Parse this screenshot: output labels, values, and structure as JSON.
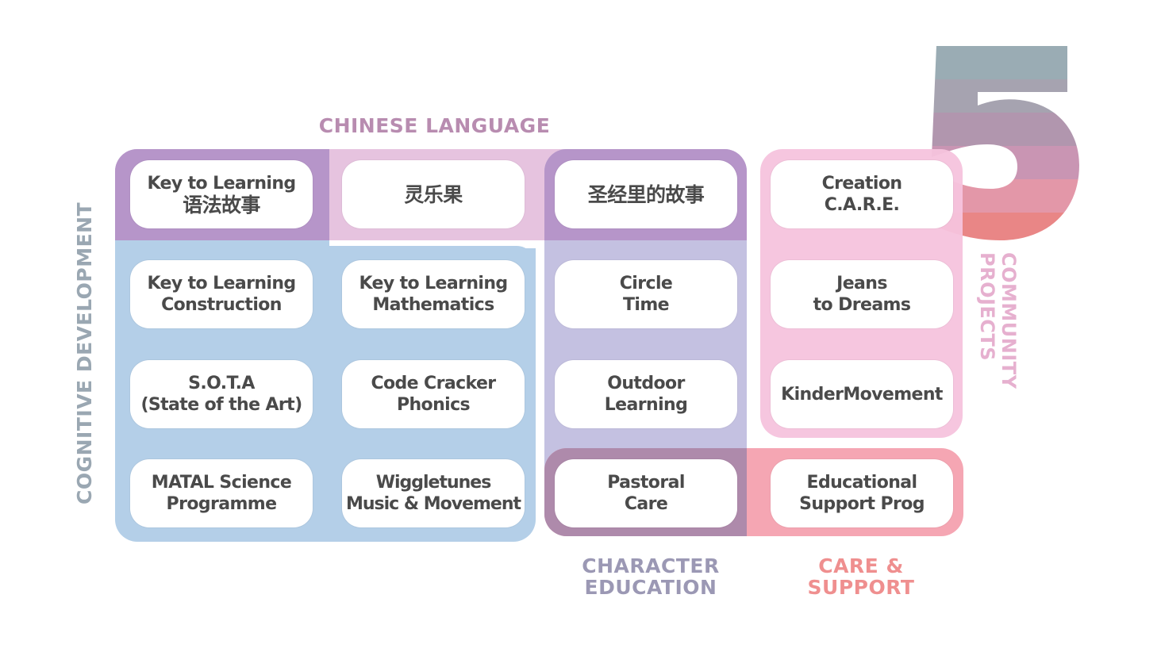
{
  "diagram": {
    "headings": {
      "chinese_language": "CHINESE LANGUAGE",
      "cognitive_development": "COGNITIVE DEVELOPMENT",
      "character_education_1": "CHARACTER",
      "character_education_2": "EDUCATION",
      "care_support_1": "CARE &",
      "care_support_2": "SUPPORT",
      "community_projects_1": "COMMUNITY",
      "community_projects_2": "PROJECTS",
      "big_number": "5"
    },
    "colors": {
      "chinese_language": "#e6c3df",
      "chinese_language_text": "#b88cb0",
      "cognitive": "#b4cfe8",
      "cognitive_text": "#9aa7b2",
      "character": "#c4c1e1",
      "character_text": "#9b98b4",
      "overlap_purple": "#b695c9",
      "overlap_dark": "#ae8aab",
      "care": "#f5a6b3",
      "care_text": "#ef8f8f",
      "community": "#f5c3dd",
      "community_text": "#e6b0cf",
      "five_stripes": [
        "#9aacb4",
        "#a6a3b0",
        "#b196ae",
        "#c995b3",
        "#e397a8",
        "#e98686"
      ]
    },
    "cards": [
      {
        "id": "key-to-learning-grammar",
        "line1": "Key to Learning",
        "line2": "语法故事"
      },
      {
        "id": "ling-le-guo",
        "line1": "灵乐果",
        "line2": ""
      },
      {
        "id": "bible-stories",
        "line1": "圣经里的故事",
        "line2": ""
      },
      {
        "id": "creation-care",
        "line1": "Creation",
        "line2": "C.A.R.E."
      },
      {
        "id": "key-to-learning-construction",
        "line1": "Key to Learning",
        "line2": "Construction"
      },
      {
        "id": "key-to-learning-mathematics",
        "line1": "Key to Learning",
        "line2": "Mathematics"
      },
      {
        "id": "circle-time",
        "line1": "Circle",
        "line2": "Time"
      },
      {
        "id": "jeans-to-dreams",
        "line1": "Jeans",
        "line2": "to Dreams"
      },
      {
        "id": "sota",
        "line1": "S.O.T.A",
        "line2": "(State of the Art)"
      },
      {
        "id": "code-cracker-phonics",
        "line1": "Code Cracker",
        "line2": "Phonics"
      },
      {
        "id": "outdoor-learning",
        "line1": "Outdoor",
        "line2": "Learning"
      },
      {
        "id": "kindermovement",
        "line1": "KinderMovement",
        "line2": ""
      },
      {
        "id": "matal-science",
        "line1": "MATAL Science",
        "line2": "Programme"
      },
      {
        "id": "wiggletunes",
        "line1": "Wiggletunes",
        "line2": "Music & Movement"
      },
      {
        "id": "pastoral-care",
        "line1": "Pastoral",
        "line2": "Care"
      },
      {
        "id": "educational-support",
        "line1": "Educational",
        "line2": "Support Prog"
      }
    ]
  }
}
